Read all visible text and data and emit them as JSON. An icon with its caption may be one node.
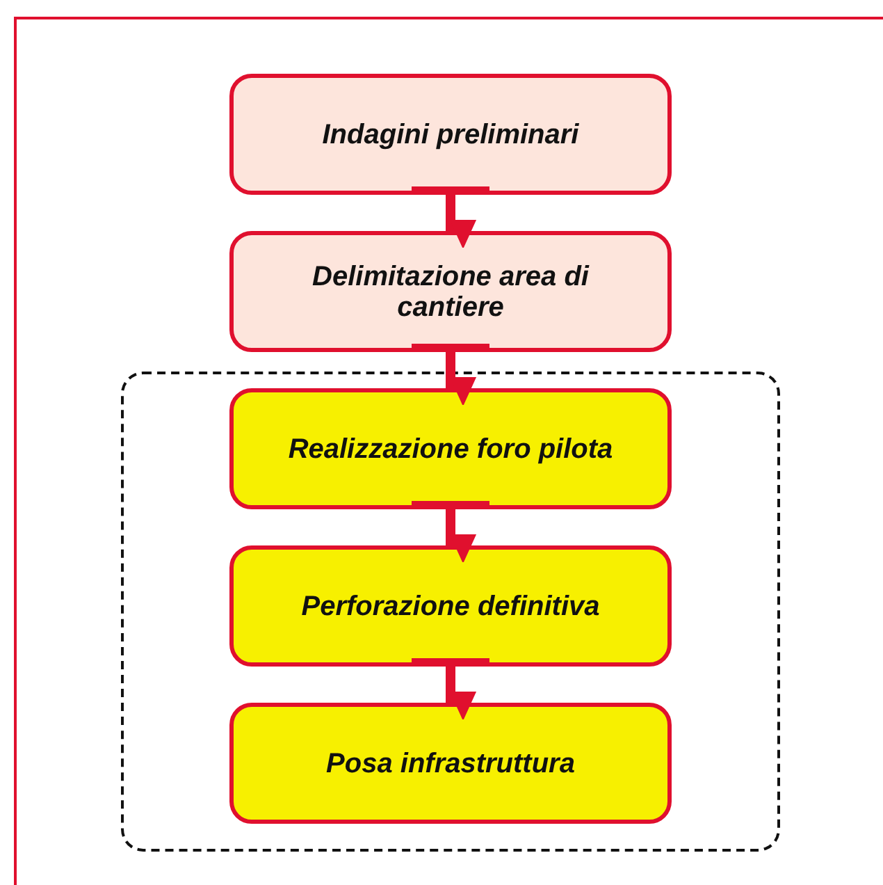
{
  "diagram": {
    "nodes": [
      {
        "text": [
          "Indagini preliminari"
        ]
      },
      {
        "text": [
          "Delimitazione area di cantiere"
        ]
      },
      {
        "text": [],
        "shape": "box"
      },
      {
        "text": [
          "Realizzazione foro pilota"
        ],
        "in": 2
      },
      {
        "text": [
          "Perforazione definitiva"
        ],
        "in": 2
      },
      {
        "text": [
          "Posa infrastruttura"
        ],
        "in": 2
      }
    ],
    "edges": [
      {
        "from": 0,
        "to": 1,
        "arrow": "to"
      },
      {
        "from": 1,
        "to": 3,
        "arrow": "to"
      },
      {
        "from": 3,
        "to": 4,
        "arrow": "to"
      },
      {
        "from": 4,
        "to": 5,
        "arrow": "to"
      }
    ]
  }
}
